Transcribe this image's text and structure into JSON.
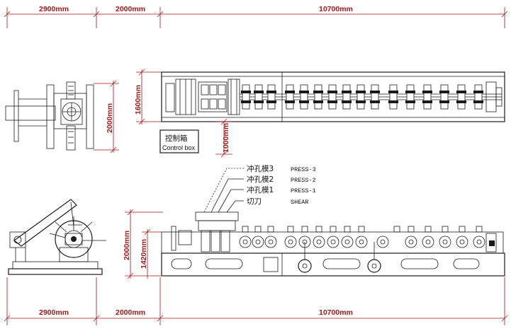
{
  "dimensions": {
    "top_decoiler_length": "2900mm",
    "top_gap_length": "2000mm",
    "top_machine_length": "10700mm",
    "plan_width": "1600mm",
    "decoiler_width": "2000mm",
    "control_box_offset": "1000mm",
    "side_total_height": "2000mm",
    "side_table_height": "1420mm",
    "bottom_decoiler_length": "2900mm",
    "bottom_gap_length": "2000mm",
    "bottom_machine_length": "10700mm"
  },
  "control_box": {
    "label_cn": "控制箱",
    "label_en": "Control box"
  },
  "callouts": [
    {
      "cn": "冲孔模3",
      "en": "PRESS-3"
    },
    {
      "cn": "冲孔模2",
      "en": "PRESS-2"
    },
    {
      "cn": "冲孔模1",
      "en": "PRESS-1"
    },
    {
      "cn": "切刀",
      "en": "SHEAR"
    }
  ]
}
